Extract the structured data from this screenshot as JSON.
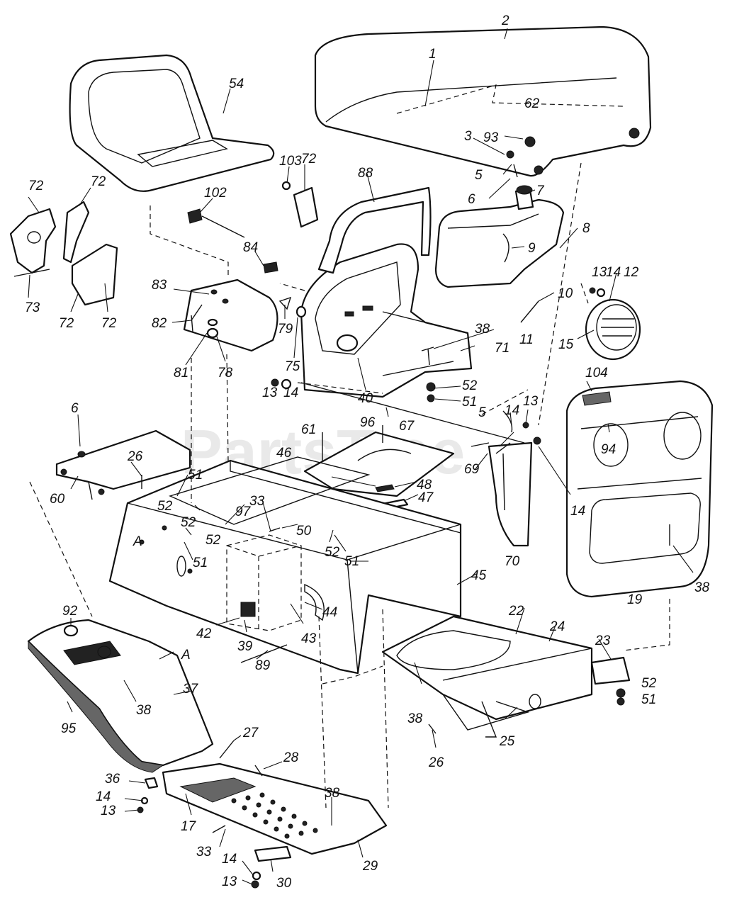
{
  "watermark": "PartsTree",
  "colors": {
    "ink": "#111111",
    "paper": "#ffffff",
    "watermark": "#d8d8d8"
  },
  "callouts": {
    "c1": "1",
    "c2": "2",
    "c3": "3",
    "c5a": "5",
    "c5b": "5",
    "c6a": "6",
    "c6b": "6",
    "c7": "7",
    "c8": "8",
    "c9": "9",
    "c10": "10",
    "c11": "11",
    "c12": "12",
    "c13a": "13",
    "c13b": "13",
    "c13c": "13",
    "c13d": "13",
    "c13e": "13",
    "c14a": "14",
    "c14b": "14",
    "c14c": "14",
    "c14d": "14",
    "c14e": "14",
    "c14f": "14",
    "c15": "15",
    "c17": "17",
    "c19": "19",
    "c22": "22",
    "c23": "23",
    "c24": "24",
    "c25": "25",
    "c26a": "26",
    "c26b": "26",
    "c27": "27",
    "c28": "28",
    "c29": "29",
    "c30": "30",
    "c33a": "33",
    "c33b": "33",
    "c36": "36",
    "c37": "37",
    "c38a": "38",
    "c38b": "38",
    "c38c": "38",
    "c38d": "38",
    "c38e": "38",
    "c39": "39",
    "c40": "40",
    "c42": "42",
    "c43": "43",
    "c44": "44",
    "c45": "45",
    "c46": "46",
    "c47": "47",
    "c48": "48",
    "c50": "50",
    "c51a": "51",
    "c51b": "51",
    "c51c": "51",
    "c51d": "51",
    "c51e": "51",
    "c52a": "52",
    "c52b": "52",
    "c52c": "52",
    "c52d": "52",
    "c52e": "52",
    "c54": "54",
    "c60": "60",
    "c61": "61",
    "c62": "62",
    "c67": "67",
    "c69": "69",
    "c70": "70",
    "c71": "71",
    "c72a": "72",
    "c72b": "72",
    "c72c": "72",
    "c72d": "72",
    "c72e": "72",
    "c73": "73",
    "c75": "75",
    "c78": "78",
    "c79": "79",
    "c81": "81",
    "c82": "82",
    "c83": "83",
    "c84": "84",
    "c88": "88",
    "c89": "89",
    "c92": "92",
    "c93": "93",
    "c94": "94",
    "c95": "95",
    "c96": "96",
    "c97": "97",
    "c102": "102",
    "c103": "103",
    "c104": "104",
    "cAa": "A",
    "cAb": "A"
  }
}
